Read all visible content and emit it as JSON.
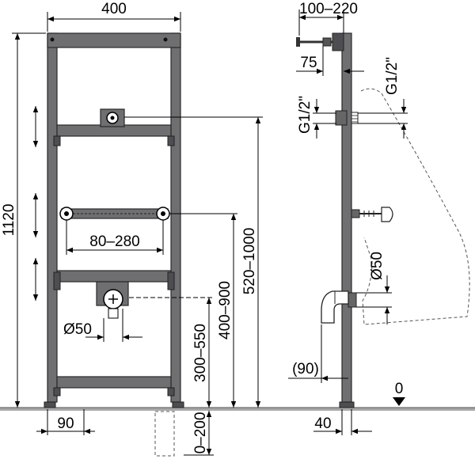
{
  "dimensions": {
    "frame_width": "400",
    "mount_depth": "100–220",
    "offset_75": "75",
    "height_1120": "1120",
    "height_520_1000": "520–1000",
    "height_400_900": "400–900",
    "height_300_550": "300–550",
    "spacing_80_280": "80–280",
    "drain_dia_left": "Ø50",
    "drain_dia_right": "Ø50",
    "thread_left": "G1/2\"",
    "thread_right": "G1/2\"",
    "foot_90": "90",
    "below_floor": "0–200",
    "outlet_90": "(90)",
    "wall_40": "40",
    "floor_level": "0"
  }
}
